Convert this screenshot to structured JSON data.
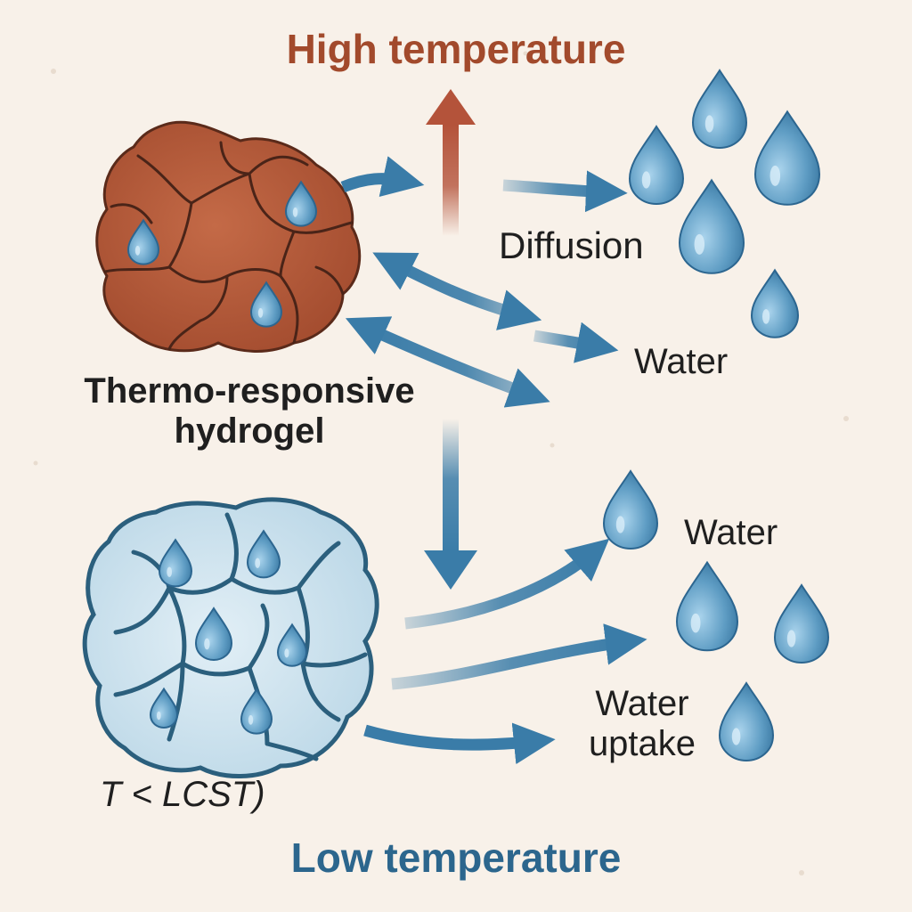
{
  "text": {
    "high_temperature": "High temperature",
    "low_temperature": "Low temperature",
    "hydrogel_line1": "Thermo-responsive",
    "hydrogel_line2": "hydrogel",
    "diffusion": "Diffusion",
    "water_upper": "Water",
    "water_lower": "Water",
    "water_uptake_line1": "Water",
    "water_uptake_line2": "uptake",
    "condition": "T < LCST)"
  },
  "colors": {
    "background": "#f8f1e9",
    "hot_gel": "#b45a3a",
    "hot_gel_dark": "#4a2418",
    "cool_gel": "#c9e0ec",
    "cool_gel_dark": "#2b5f7d",
    "water_drop": "#5f9dc4",
    "arrow_blue": "#3a7ca8",
    "arrow_red": "#b4533a",
    "title_high": "#a24a2c",
    "title_low": "#2c668d"
  },
  "icons": {
    "water_drop": "water-drop-icon",
    "arrow": "arrow-icon"
  }
}
